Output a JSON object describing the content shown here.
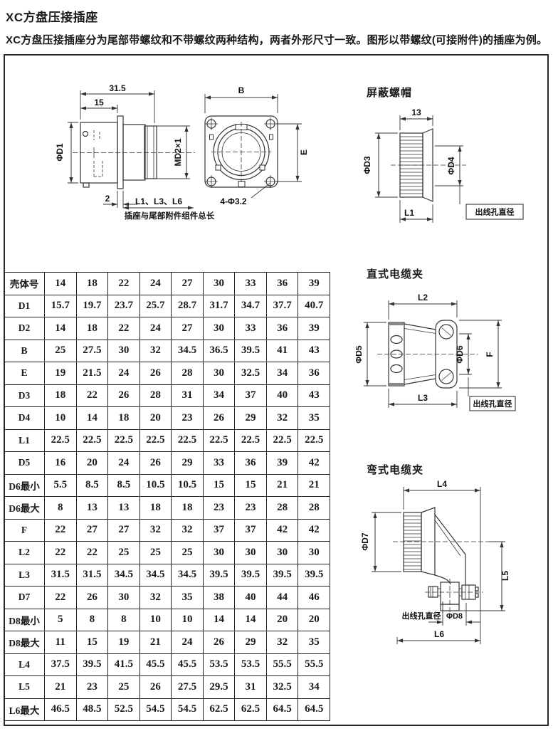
{
  "page": {
    "title": "XC方盘压接插座",
    "description": "XC方盘压接插座分为尾部带螺纹和不带螺纹两种结构，两者外形尺寸一致。图形以带螺纹(可接附件)的插座为例。"
  },
  "colors": {
    "ink": "#1a1a1a",
    "line": "#333333",
    "border": "#2b2b2b"
  },
  "drawings": {
    "socket_side": {
      "dim_total": "31.5",
      "dim_front": "15",
      "dim_d1": "ΦD1",
      "dim_thread": "MD2×1",
      "dim_flange": "2",
      "dim_lengths": "L1、L3、L6",
      "caption": "插座与尾部附件组件总长"
    },
    "socket_front": {
      "dim_b": "B",
      "dim_e": "E",
      "dim_holes": "4-Φ3.2"
    },
    "shield_cap": {
      "title": "屏蔽螺帽",
      "dim_13": "13",
      "dim_d3": "ΦD3",
      "dim_d4": "ΦD4",
      "dim_l1": "L1",
      "outlet_label": "出线孔直径"
    },
    "straight_clamp": {
      "title": "直式电缆夹",
      "dim_l2": "L2",
      "dim_d5": "ΦD5",
      "dim_d6": "ΦD6",
      "dim_f": "F",
      "dim_l3": "L3",
      "outlet_label": "出线孔直径"
    },
    "angle_clamp": {
      "title": "弯式电缆夹",
      "dim_l4": "L4",
      "dim_d7": "ΦD7",
      "dim_l5": "L5",
      "dim_d8": "ΦD8",
      "dim_l6": "L6",
      "outlet_label": "出线孔直径"
    }
  },
  "table": {
    "rows": [
      {
        "label": "壳体号",
        "values": [
          "14",
          "18",
          "22",
          "24",
          "27",
          "30",
          "33",
          "36",
          "39"
        ]
      },
      {
        "label": "D1",
        "values": [
          "15.7",
          "19.7",
          "23.7",
          "25.7",
          "28.7",
          "31.7",
          "34.7",
          "37.7",
          "40.7"
        ]
      },
      {
        "label": "D2",
        "values": [
          "14",
          "18",
          "22",
          "24",
          "27",
          "30",
          "33",
          "36",
          "39"
        ]
      },
      {
        "label": "B",
        "values": [
          "25",
          "27.5",
          "30",
          "32",
          "34.5",
          "36.5",
          "39.5",
          "41",
          "43"
        ]
      },
      {
        "label": "E",
        "values": [
          "19",
          "21.5",
          "24",
          "26",
          "28",
          "30",
          "32.5",
          "34",
          "36"
        ]
      },
      {
        "label": "D3",
        "values": [
          "18",
          "22",
          "26",
          "28",
          "31",
          "34",
          "37",
          "40",
          "43"
        ]
      },
      {
        "label": "D4",
        "values": [
          "10",
          "14",
          "18",
          "20",
          "23",
          "26",
          "29",
          "32",
          "35"
        ]
      },
      {
        "label": "L1",
        "values": [
          "22.5",
          "22.5",
          "22.5",
          "22.5",
          "22.5",
          "22.5",
          "22.5",
          "22.5",
          "22.5"
        ]
      },
      {
        "label": "D5",
        "values": [
          "16",
          "20",
          "24",
          "26",
          "29",
          "33",
          "36",
          "39",
          "42"
        ]
      },
      {
        "label": "D6最小",
        "values": [
          "5.5",
          "8.5",
          "8.5",
          "10.5",
          "10.5",
          "15",
          "15",
          "21",
          "21"
        ]
      },
      {
        "label": "D6最大",
        "values": [
          "8",
          "13",
          "13",
          "18",
          "18",
          "23",
          "23",
          "28",
          "28"
        ]
      },
      {
        "label": "F",
        "values": [
          "22",
          "27",
          "27",
          "32",
          "32",
          "37",
          "37",
          "42",
          "42"
        ]
      },
      {
        "label": "L2",
        "values": [
          "22",
          "22",
          "25",
          "25",
          "25",
          "30",
          "30",
          "30",
          "30"
        ]
      },
      {
        "label": "L3",
        "values": [
          "31.5",
          "31.5",
          "34.5",
          "34.5",
          "34.5",
          "39.5",
          "39.5",
          "39.5",
          "39.5"
        ]
      },
      {
        "label": "D7",
        "values": [
          "22",
          "26",
          "30",
          "32",
          "35",
          "38",
          "40",
          "44",
          "46"
        ]
      },
      {
        "label": "D8最小",
        "values": [
          "5",
          "8",
          "8",
          "10",
          "10",
          "14",
          "14",
          "20",
          "20"
        ]
      },
      {
        "label": "D8最大",
        "values": [
          "11",
          "15",
          "19",
          "21",
          "24",
          "26",
          "29",
          "32",
          "35"
        ]
      },
      {
        "label": "L4",
        "values": [
          "37.5",
          "39.5",
          "41.5",
          "45.5",
          "45.5",
          "53.5",
          "53.5",
          "55.5",
          "55.5"
        ]
      },
      {
        "label": "L5",
        "values": [
          "21",
          "23",
          "25",
          "26",
          "27.5",
          "29.5",
          "31",
          "32.5",
          "34"
        ]
      },
      {
        "label": "L6最大",
        "values": [
          "46.5",
          "48.5",
          "52.5",
          "54.5",
          "54.5",
          "62.5",
          "62.5",
          "64.5",
          "64.5"
        ]
      }
    ]
  }
}
